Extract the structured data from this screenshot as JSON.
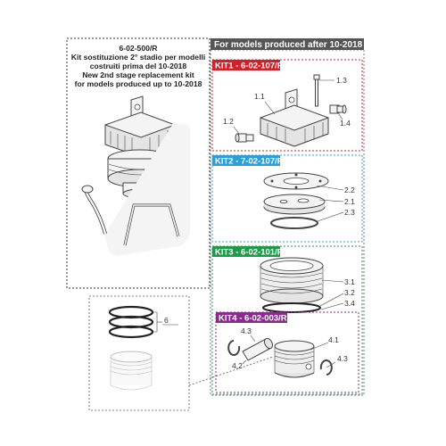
{
  "old_kit": {
    "code": "6-02-500/R",
    "lines": [
      "Kit sostituzione 2° stadio per modelli",
      "costruiti prima del 10-2018",
      "New 2nd stage replacement kit",
      "for models produced up to 10-2018"
    ]
  },
  "new_models_header": "For models produced after 10-2018",
  "kits": [
    {
      "title": "KIT1 - 6-02-107/R",
      "color": "#d0202a",
      "parts": [
        "1.1",
        "1.2",
        "1.3",
        "1.4"
      ]
    },
    {
      "title": "KIT2 - 7-02-107/R",
      "color": "#2b9fd8",
      "parts": [
        "2.1",
        "2.2",
        "2.3"
      ]
    },
    {
      "title": "KIT3 - 6-02-101/R",
      "color": "#1e9a4a",
      "parts": [
        "3.1",
        "3.2",
        "3.4"
      ]
    },
    {
      "title": "KIT4 - 6-02-003/R",
      "color": "#8a2c8e",
      "parts": [
        "4.1",
        "4.2",
        "4.3",
        "4.3"
      ]
    }
  ],
  "rings_label": "6",
  "colors": {
    "header_bg": "#555555",
    "old_border": "#333333"
  }
}
